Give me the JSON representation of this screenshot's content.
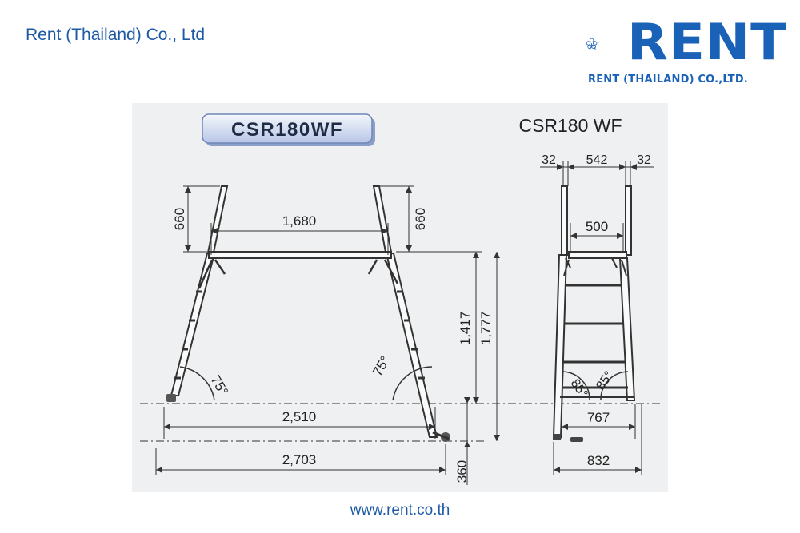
{
  "header": {
    "company_name": "Rent (Thailand) Co., Ltd",
    "logo": {
      "mark": "RENT",
      "subtitle": "RENT (THAILAND) CO.,LTD."
    },
    "brand_color": "#1a62b8"
  },
  "diagram": {
    "badge_label": "CSR180WF",
    "side_title": "CSR180 WF",
    "front": {
      "top_extension_left": "660",
      "top_extension_right": "660",
      "top_span": "1,680",
      "platform_height": "1,417",
      "overall_height": "1,777",
      "angle_left": "75°",
      "angle_right": "75°",
      "base_width": "2,510",
      "overall_width": "2,703",
      "wheel_drop": "360"
    },
    "side": {
      "top_left": "32",
      "top_middle": "542",
      "top_right": "32",
      "platform_width": "500",
      "angle_left": "85°",
      "angle_right": "85°",
      "base_depth": "767",
      "overall_depth": "832"
    }
  },
  "footer": {
    "url": "www.rent.co.th"
  }
}
